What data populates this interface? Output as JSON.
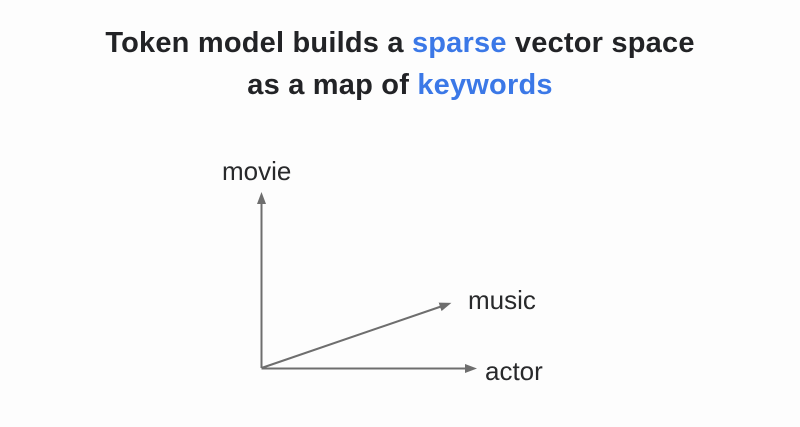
{
  "title": {
    "line1_parts": [
      "Token model builds a ",
      "sparse",
      " vector space"
    ],
    "line2_parts": [
      "as a map of ",
      "keywords"
    ]
  },
  "diagram": {
    "type": "vector-space-axes",
    "axis_labels": {
      "y_axis": "movie",
      "x_axis": "actor",
      "vector": "music"
    }
  },
  "colors": {
    "background": "#fdfdfd",
    "title_text": "#222326",
    "accent_blue": "#3b78e7",
    "arrow_gray": "#6e6e6e",
    "label_text": "#28292b"
  }
}
